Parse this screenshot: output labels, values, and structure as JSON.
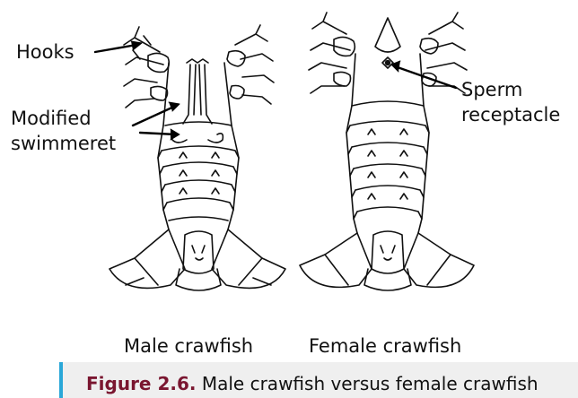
{
  "labels": {
    "hooks": "Hooks",
    "modified_line1": "Modified",
    "modified_line2": "swimmeret",
    "sperm_line1": "Sperm",
    "sperm_line2": "receptacle",
    "male": "Male crawfish",
    "female": "Female crawfish"
  },
  "caption": {
    "figure_number": "Figure 2.6.",
    "text": "Male crawfish versus female crawfish"
  },
  "colors": {
    "accent_bar": "#2aa7d8",
    "figure_number": "#7a1630",
    "caption_bg": "#efefef"
  }
}
